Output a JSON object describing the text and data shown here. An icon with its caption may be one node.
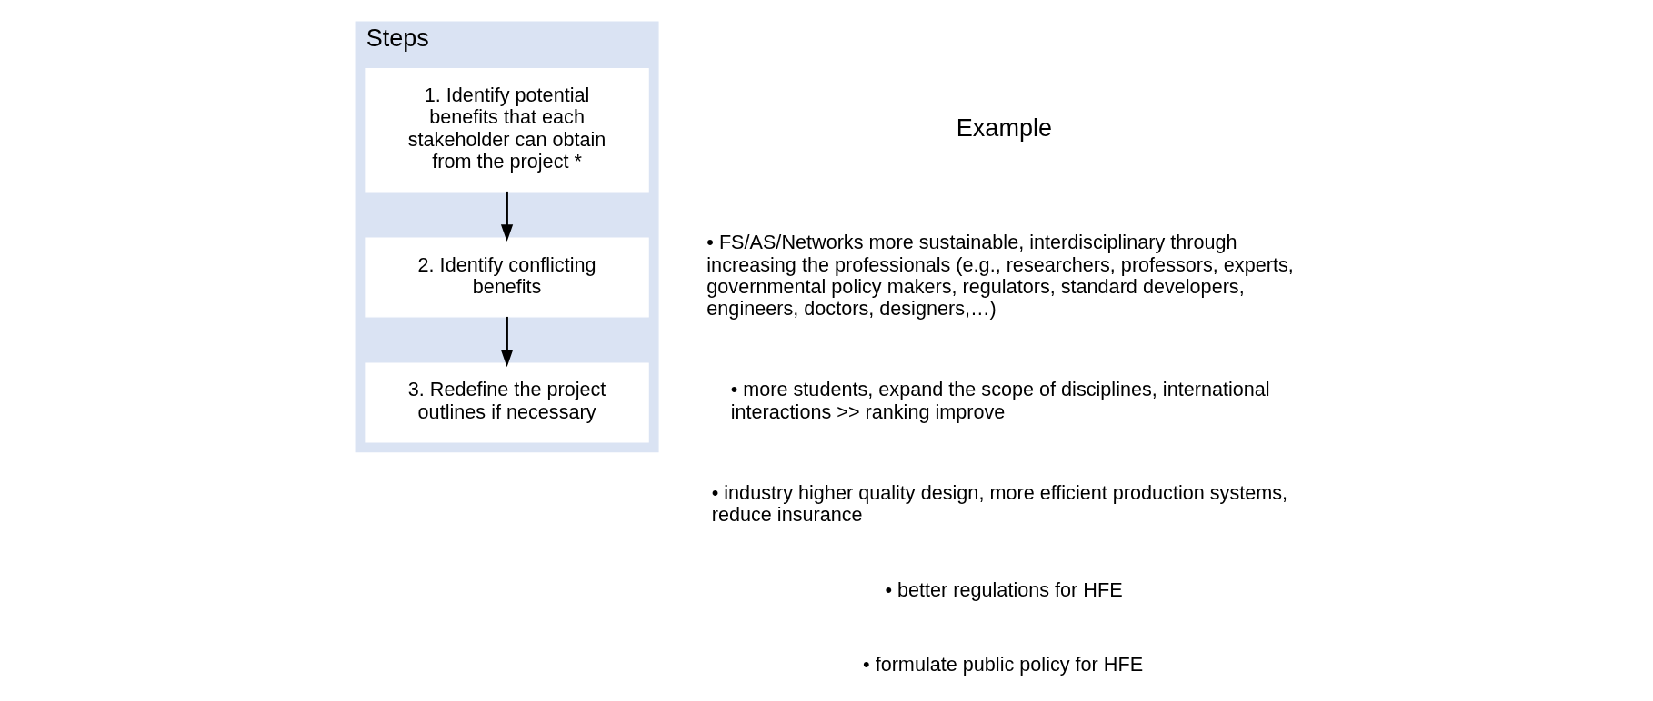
{
  "diagram": {
    "nodes": [
      {
        "text": [
          "Steps"
        ]
      },
      {
        "text": [
          "1. Identify potential benefits that each stakeholder can obtain from the project *"
        ],
        "in": 0
      },
      {
        "text": [
          "2. Identify conflicting benefits"
        ],
        "in": 0
      },
      {
        "text": [
          "3. Redefine the project outlines if necessary"
        ],
        "in": 0
      }
    ],
    "edges": [
      {
        "from": 1,
        "to": 2,
        "arrow": "to"
      },
      {
        "from": 2,
        "to": 3,
        "arrow": "to"
      }
    ],
    "labels": [
      "Example",
      "• FS/AS/Networks more sustainable, interdisciplinary through increasing the professionals (e.g., researchers, professors, experts, governmental policy makers, regulators, standard developers, engineers, doctors, designers,…)",
      "• more students, expand the scope of disciplines, international interactions >> ranking improve",
      "• industry higher quality design, more efficient production systems, reduce insurance",
      "• better regulations for HFE",
      "• formulate public policy for HFE"
    ]
  }
}
